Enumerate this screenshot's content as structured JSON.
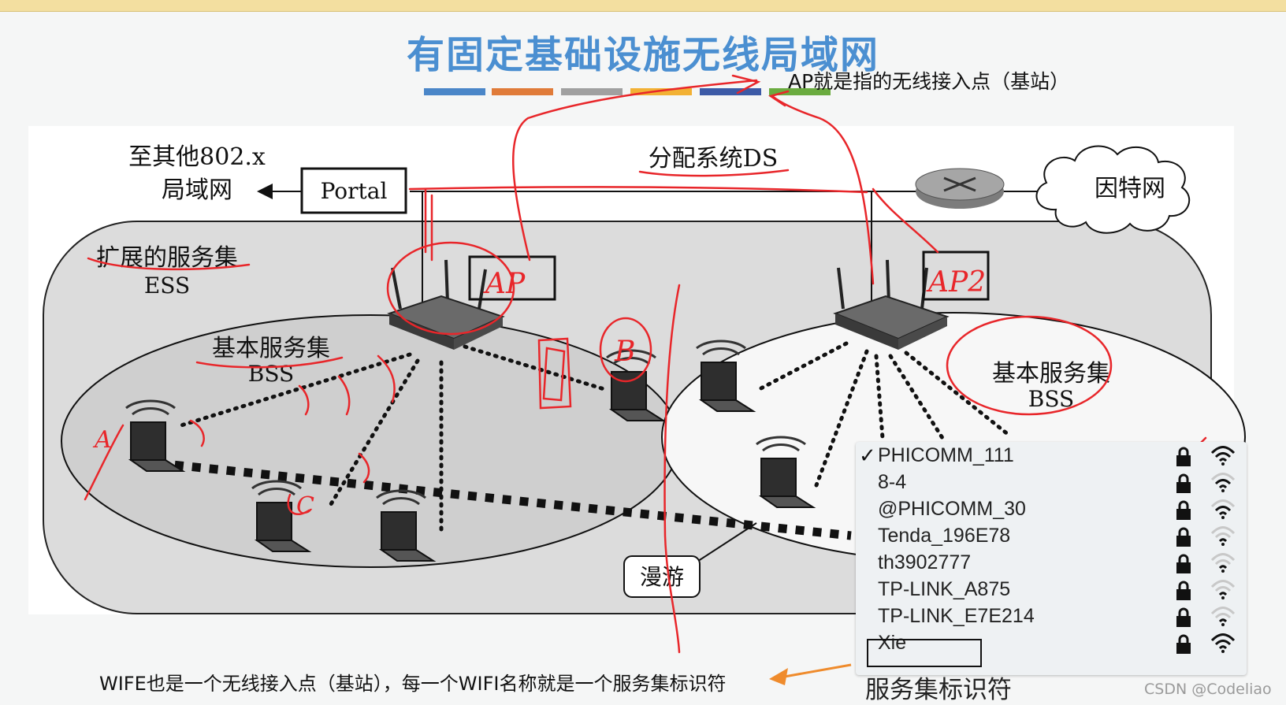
{
  "slide": {
    "title": "有固定基础设施无线局域网",
    "title_color": "#4b8fd1",
    "bar_colors": [
      "#4a86c8",
      "#e07b39",
      "#a0a0a0",
      "#f2b134",
      "#3c5aa6",
      "#6aab3f"
    ]
  },
  "diagram": {
    "other_lan_line1": "至其他802.x",
    "other_lan_line2": "局域网",
    "portal_label": "Portal",
    "ds_label": "分配系统DS",
    "internet_label": "因特网",
    "ess_line1": "扩展的服务集",
    "ess_line2": "ESS",
    "bss_left_line1": "基本服务集",
    "bss_left_line2": "BSS",
    "bss_right_line1": "基本服务集",
    "bss_right_line2": "BSS",
    "roaming_label": "漫游"
  },
  "annotations": {
    "ap_note": "AP就是指的无线接入点（基站）",
    "handwritten_ap1": "AP",
    "handwritten_ap2": "AP2",
    "handwritten_a": "A",
    "handwritten_b": "B",
    "handwritten_c": "C",
    "bottom_note": "WIFE也是一个无线接入点（基站），每一个WIFI名称就是一个服务集标识符",
    "ssid_label": "服务集标识符",
    "ink_color": "#e8262a"
  },
  "wifi_list": {
    "networks": [
      {
        "name": "PHICOMM_111",
        "selected": "✓"
      },
      {
        "name": "8-4"
      },
      {
        "name": "@PHICOMM_30"
      },
      {
        "name": "Tenda_196E78"
      },
      {
        "name": "th3902777"
      },
      {
        "name": "TP-LINK_A875"
      },
      {
        "name": "TP-LINK_E7E214"
      },
      {
        "name": "Xie"
      }
    ]
  },
  "watermark": "CSDN @Codeliao"
}
